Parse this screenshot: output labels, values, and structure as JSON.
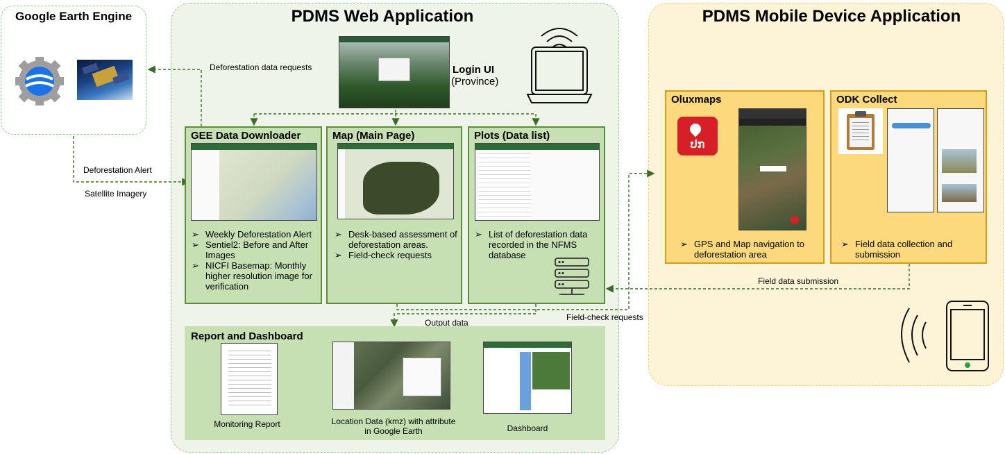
{
  "gee": {
    "title": "Google Earth Engine"
  },
  "web": {
    "title": "PDMS Web Application"
  },
  "mobile": {
    "title": "PDMS Mobile Device Application"
  },
  "login": {
    "title": "Login UI",
    "subtitle": "(Province)"
  },
  "panels": {
    "downloader": {
      "title": "GEE Data Downloader",
      "bullets": [
        "Weekly Deforestation Alert",
        "Sentiel2: Before and After Images",
        "NICFI Basemap: Monthly higher resolution image for verification"
      ]
    },
    "map": {
      "title": "Map (Main Page)",
      "bullets": [
        "Desk-based assessment of deforestation areas.",
        "Field-check requests"
      ]
    },
    "plots": {
      "title": "Plots  (Data list)",
      "bullets": [
        "List of deforestation data recorded in the NFMS database"
      ]
    },
    "report": {
      "title": "Report and Dashboard"
    },
    "oluxmaps": {
      "title": "Oluxmaps",
      "logo_text": "ປກ",
      "bullets": [
        "GPS and Map navigation to deforestation area"
      ]
    },
    "odk": {
      "title": "ODK Collect",
      "bullets": [
        "Field data collection and submission"
      ]
    }
  },
  "report_items": {
    "monitoring": "Monitoring Report",
    "kmz": "Location Data (kmz) with attribute in Google Earth",
    "dashboard": "Dashboard"
  },
  "arrows": {
    "def_requests": "Deforestation data requests",
    "def_alert": "Deforestation Alert",
    "sat_imagery": "Satellite Imagery",
    "output_data": "Output data",
    "field_check": "Field-check requests",
    "field_submission": "Field data submission"
  },
  "colors": {
    "line": "#3d6b2a",
    "web_border": "#5d8d3c",
    "mobile_border": "#d19c18"
  }
}
